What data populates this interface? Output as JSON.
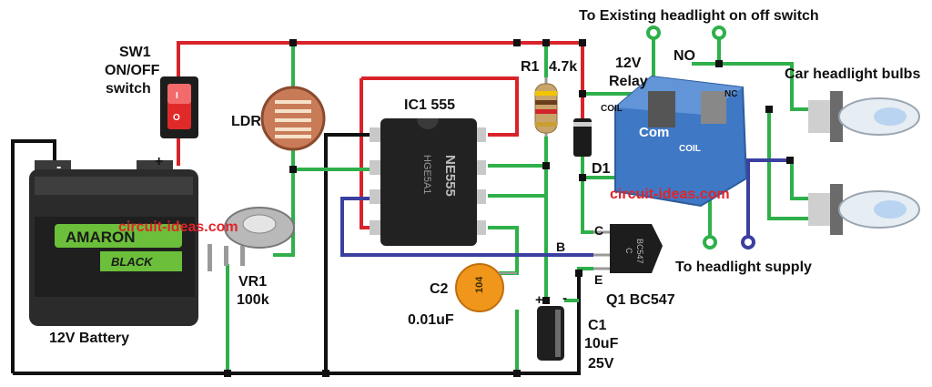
{
  "labels": {
    "sw1": "SW1",
    "onoff": "ON/OFF",
    "switch": "switch",
    "ldr": "LDR",
    "ic1": "IC1 555",
    "r1": "R1",
    "r1_value": "4.7k",
    "relay_12v": "12V",
    "relay": "Relay",
    "no": "NO",
    "nc": "NC",
    "coil_top": "COIL",
    "com": "Com",
    "coil_bottom": "COIL",
    "d1": "D1",
    "top_note": "To Existing headlight on off switch",
    "headlight_bulbs": "Car headlight bulbs",
    "headlight_supply": "To headlight supply",
    "vr1": "VR1",
    "vr1_value": "100k",
    "battery": "12V Battery",
    "battery_minus": "-",
    "battery_plus": "+",
    "c2": "C2",
    "c2_code": "104",
    "c2_value": "0.01uF",
    "c1": "C1",
    "c1_value": "10uF",
    "c1_voltage": "25V",
    "c1_plus": "+",
    "c1_minus": "-",
    "pin_c": "C",
    "pin_b": "B",
    "pin_e": "E",
    "q1": "Q1 BC547",
    "ic_marking_1": "NE555",
    "ic_marking_2": "HGE5A1",
    "transistor_marking_1": "BC547",
    "transistor_marking_2": "C",
    "amaron": "AMARON",
    "black": "BLACK",
    "watermark": "circuit-ideas.com"
  },
  "colors": {
    "positive_wire": "#d8232a",
    "ground_wire": "#111111",
    "signal_wire": "#2fb04a",
    "base_wire": "#3a3fa0",
    "watermark": "#e0242a",
    "relay_body": "#3f78c5",
    "battery_body": "#2b2b2b",
    "battery_label": "#6bbf3a"
  }
}
